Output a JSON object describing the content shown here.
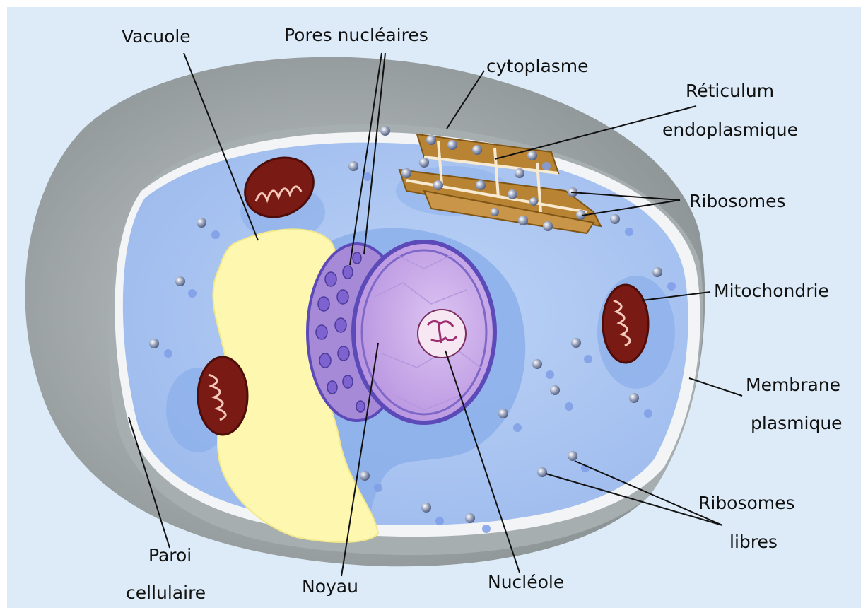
{
  "labels": {
    "vacuole": "Vacuole",
    "pores": "Pores nucléaires",
    "cytoplasme": "cytoplasme",
    "reticulum_1": "Réticulum",
    "reticulum_2": "endoplasmique",
    "ribosomes": "Ribosomes",
    "mitochondrie": "Mitochondrie",
    "membrane_1": "Membrane",
    "membrane_2": "plasmique",
    "ribosomes_libres_1": "Ribosomes",
    "ribosomes_libres_2": "libres",
    "paroi_1": "Paroi",
    "paroi_2": "cellulaire",
    "noyau": "Noyau",
    "nucleole": "Nucléole"
  },
  "colors": {
    "background": "#dcebf7",
    "cell_wall": "#9aa1a3",
    "membrane": "#f3f5f6",
    "cytoplasm": "#a9c4f2",
    "vacuole": "#fdf7b0",
    "nucleus": "#c9a9e8",
    "nucleus_envelope": "#5b4ab8",
    "mitochondria": "#7a1a14",
    "reticulum": "#b88434",
    "ribosome": "#7f8aa6"
  }
}
